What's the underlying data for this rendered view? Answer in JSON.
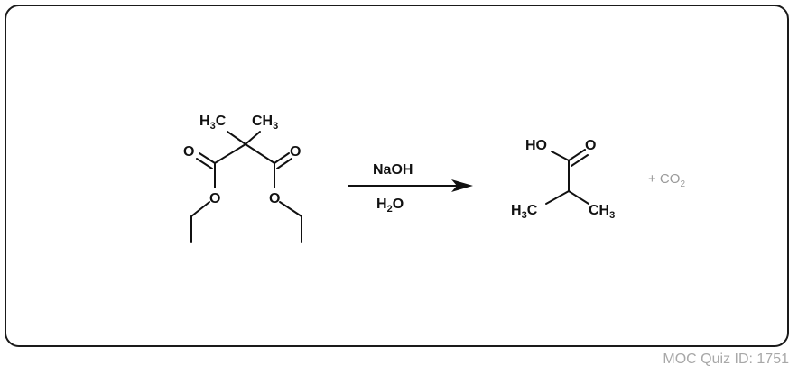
{
  "reactant": {
    "atoms": {
      "methyl_left": {
        "main": "H",
        "sub": "3",
        "tail": "C"
      },
      "methyl_right": {
        "main": "CH",
        "sub": "3"
      },
      "carbonyl_o_left": "O",
      "carbonyl_o_right": "O",
      "ester_o_left": "O",
      "ester_o_right": "O"
    }
  },
  "conditions": {
    "reagent": "NaOH",
    "solvent": {
      "main": "H",
      "sub": "2",
      "tail": "O"
    }
  },
  "product": {
    "atoms": {
      "hydroxyl": "HO",
      "carbonyl_o": "O",
      "methyl_left": {
        "main": "H",
        "sub": "3",
        "tail": "C"
      },
      "methyl_right": {
        "main": "CH",
        "sub": "3"
      }
    }
  },
  "byproduct": {
    "prefix": "+ CO",
    "sub": "2"
  },
  "footer": "MOC Quiz ID: 1751"
}
